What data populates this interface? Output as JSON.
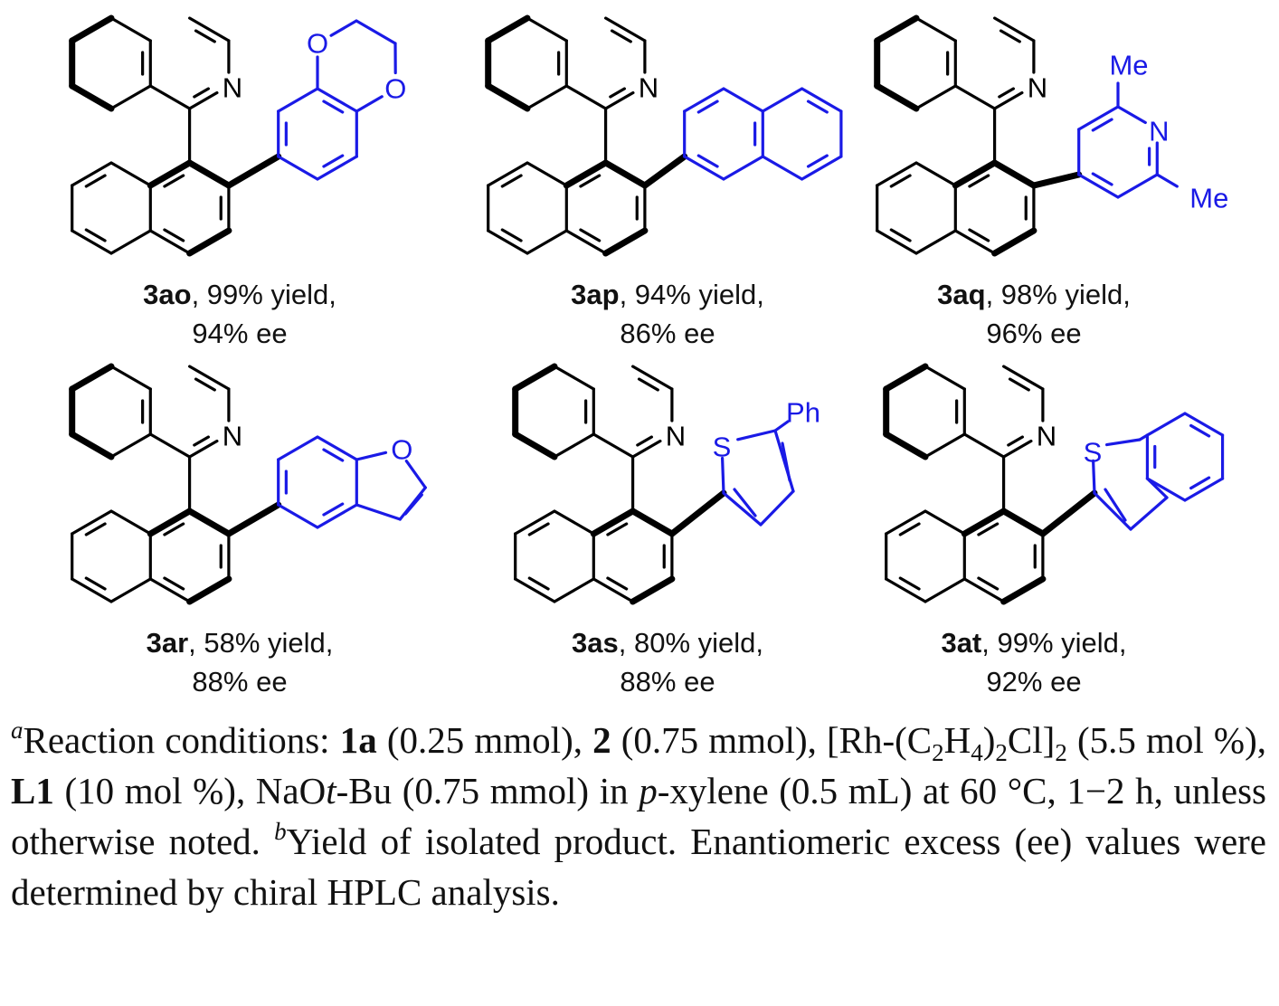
{
  "compounds": [
    {
      "id": "3ao",
      "yield_text": ", 99% yield,",
      "ee_text": "94% ee"
    },
    {
      "id": "3ap",
      "yield_text": ", 94% yield,",
      "ee_text": "86% ee"
    },
    {
      "id": "3aq",
      "yield_text": ", 98% yield,",
      "ee_text": "96% ee"
    },
    {
      "id": "3ar",
      "yield_text": ", 58% yield,",
      "ee_text": "88% ee"
    },
    {
      "id": "3as",
      "yield_text": ", 80% yield,",
      "ee_text": "88% ee"
    },
    {
      "id": "3at",
      "yield_text": ", 99% yield,",
      "ee_text": "92% ee"
    }
  ],
  "atoms": {
    "N": "N",
    "O": "O",
    "S": "S",
    "Me": "Me",
    "Ph": "Ph"
  },
  "colors": {
    "substituent": "#1a1ae6",
    "core": "#000000"
  },
  "footnote": {
    "a": "a",
    "t1": "Reaction conditions: ",
    "r1a": "1a",
    "t2": " (0.25 mmol), ",
    "r2": "2",
    "t3": " (0.75 mmol), [Rh-(C",
    "sub2a": "2",
    "t4": "H",
    "sub4": "4",
    "t5": ")",
    "sub2b": "2",
    "t6": "Cl]",
    "sub2c": "2",
    "t7": " (5.5 mol %), ",
    "rL1": "L1",
    "t8": " (10 mol %), NaO",
    "tBu_t": "t",
    "t9": "-Bu (0.75 mmol) in ",
    "p": "p",
    "t10": "-xylene (0.5 mL) at 60 °C, 1−2 h, unless otherwise noted. ",
    "b": "b",
    "t11": "Yield of isolated product. Enantiomeric excess (ee) values were determined by chiral HPLC analysis."
  }
}
